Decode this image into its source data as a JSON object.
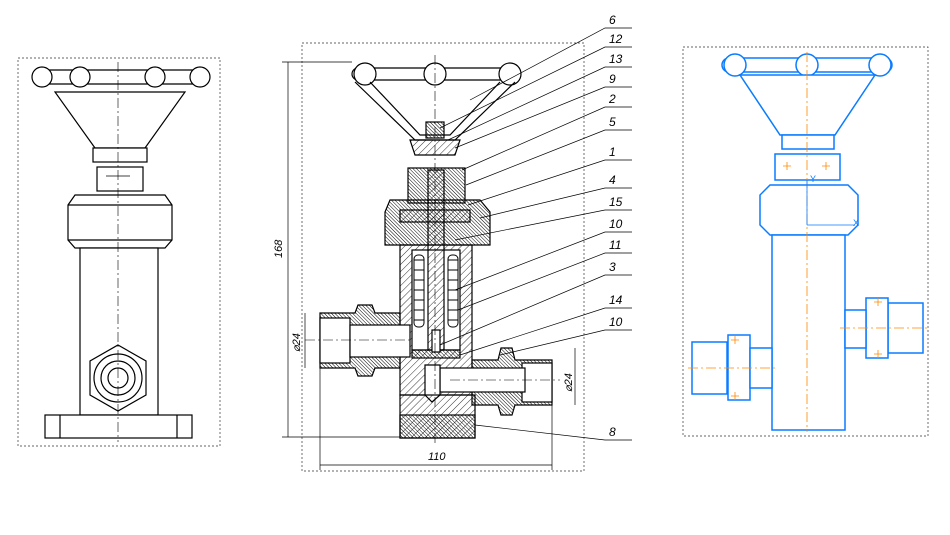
{
  "colors": {
    "line": "#000000",
    "blue": "#0a7cff",
    "axis": "#ff8800",
    "frame": "#555555"
  },
  "dimensions": {
    "height": "168",
    "width": "110",
    "dia_left": "⌀24",
    "dia_right": "⌀24"
  },
  "axis_labels": {
    "y": "Y",
    "x": "X"
  },
  "part_labels": [
    "6",
    "12",
    "13",
    "9",
    "2",
    "5",
    "1",
    "4",
    "15",
    "10",
    "11",
    "3",
    "14",
    "10",
    "8"
  ]
}
